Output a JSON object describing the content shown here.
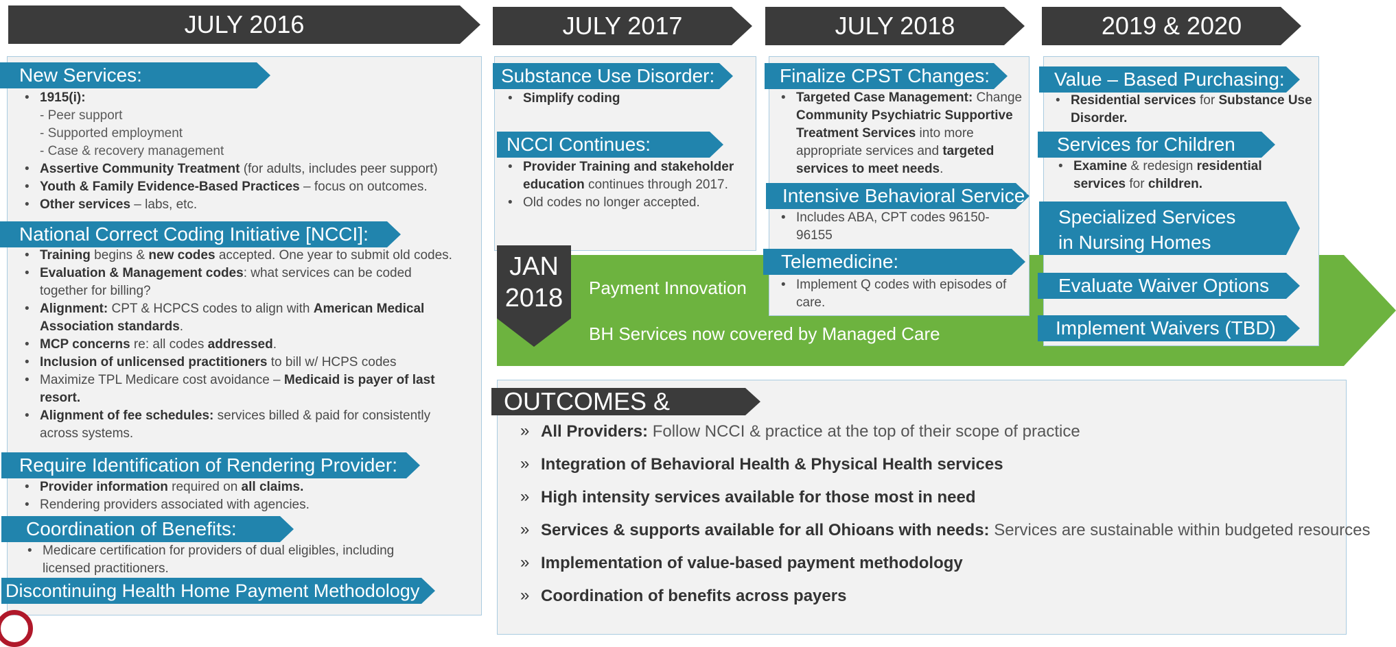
{
  "headers": {
    "h2016": "JULY 2016",
    "h2017": "JULY 2017",
    "h2018": "JULY 2018",
    "h2019": "2019 & 2020"
  },
  "col2016": {
    "new_services": {
      "tag": "New Services:",
      "items": [
        {
          "bold": "1915(i):",
          "text": ""
        },
        {
          "sub": "- Peer support"
        },
        {
          "sub": "- Supported employment"
        },
        {
          "sub": "- Case & recovery management"
        },
        {
          "bold": "Assertive Community Treatment",
          "text": " (for adults, includes peer support)"
        },
        {
          "bold": "Youth & Family Evidence-Based Practices",
          "text": " – focus on outcomes."
        },
        {
          "bold": "Other services",
          "text": " – labs, etc."
        }
      ]
    },
    "ncci": {
      "tag": "National Correct Coding Initiative [NCCI]:",
      "items": [
        {
          "b1": "Training",
          "t1": " begins & ",
          "b2": "new codes",
          "t2": " accepted. One year to submit old codes."
        },
        {
          "b1": "Evaluation & Management codes",
          "t1": ": what services can be coded together for billing?",
          "b2": "",
          "t2": ""
        },
        {
          "b1": "Alignment:",
          "t1": " CPT & HCPCS codes to align with ",
          "b2": "American Medical Association standards",
          "t2": "."
        },
        {
          "b1": "MCP concerns",
          "t1": " re: all codes ",
          "b2": "addressed",
          "t2": "."
        },
        {
          "b1": "Inclusion of unlicensed practitioners",
          "t1": " to bill w/ HCPS codes",
          "b2": "",
          "t2": ""
        },
        {
          "b1": "",
          "t1": "Maximize TPL Medicare cost avoidance – ",
          "b2": "Medicaid is payer of last resort.",
          "t2": ""
        },
        {
          "b1": "Alignment of fee schedules:",
          "t1": " services billed & paid for consistently across systems.",
          "b2": "",
          "t2": ""
        }
      ]
    },
    "rendering": {
      "tag": "Require Identification of Rendering Provider:",
      "items": [
        {
          "b1": "Provider information",
          "t1": " required on ",
          "b2": "all claims.",
          "t2": ""
        },
        {
          "b1": "",
          "t1": "Rendering providers associated with agencies.",
          "b2": "",
          "t2": ""
        }
      ]
    },
    "cob": {
      "tag": "Coordination of Benefits:",
      "items": [
        {
          "text": "Medicare certification for providers of dual eligibles, including licensed practitioners."
        }
      ]
    },
    "discontinuing": {
      "tag": "Discontinuing Health Home Payment Methodology"
    }
  },
  "col2017": {
    "sud": {
      "tag": "Substance Use Disorder:",
      "items": [
        "Simplify coding"
      ]
    },
    "ncci": {
      "tag": "NCCI Continues:",
      "items": [
        {
          "bold": "Provider Training and stakeholder education",
          "text": " continues through 2017."
        },
        {
          "bold": "",
          "text": "Old codes no longer accepted."
        }
      ]
    }
  },
  "col2018": {
    "cpst": {
      "tag": "Finalize CPST Changes:",
      "b1": "Targeted Case Management:",
      "t1": " Change ",
      "b2": "Community Psychiatric Supportive Treatment Services",
      "t2": " into more appropriate services and ",
      "b3": "targeted services to meet needs",
      "t3": "."
    },
    "ibs": {
      "tag": "Intensive Behavioral Service:",
      "items": [
        "Includes ABA, CPT codes 96150-96155"
      ]
    },
    "tele": {
      "tag": "Telemedicine:",
      "items": [
        "Implement Q codes with episodes of care."
      ]
    }
  },
  "col2019": {
    "vbp": {
      "tag": "Value – Based Purchasing:",
      "b1": "Residential services",
      "t1": " for ",
      "b2": "Substance Use Disorder.",
      "t2": ""
    },
    "children": {
      "tag": "Services for Children",
      "b1": "Examine",
      "t1": " & redesign ",
      "b2": "residential services",
      "t2": " for ",
      "b3": "children.",
      "t3": ""
    },
    "nursing": {
      "tag": "Specialized Services in Nursing Homes"
    },
    "waiver_eval": {
      "tag": "Evaluate Waiver Options"
    },
    "waiver_impl": {
      "tag": "Implement Waivers (TBD)"
    }
  },
  "jan": {
    "line1": "JAN",
    "line2": "2018",
    "payment": "Payment Innovation",
    "managed": "BH Services now covered by Managed Care"
  },
  "outcomes": {
    "title": "OUTCOMES & VISION:",
    "items": [
      {
        "bold": "All Providers:",
        "rest": " Follow NCCI & practice at the top of their scope of practice"
      },
      {
        "bold": "Integration of Behavioral Health & Physical Health services",
        "rest": ""
      },
      {
        "bold": "High intensity services available for those most in need",
        "rest": ""
      },
      {
        "bold": "Services & supports available for all Ohioans with needs:",
        "rest": " Services are sustainable within budgeted resources"
      },
      {
        "bold": "Implementation of value-based payment methodology",
        "rest": ""
      },
      {
        "bold": "Coordination of benefits across payers",
        "rest": ""
      }
    ]
  },
  "colors": {
    "arrow_blue": "#2184ad",
    "dark": "#3b3b3b",
    "green": "#6db33f",
    "panel": "#f2f2f2",
    "logo": "#b0182a"
  }
}
